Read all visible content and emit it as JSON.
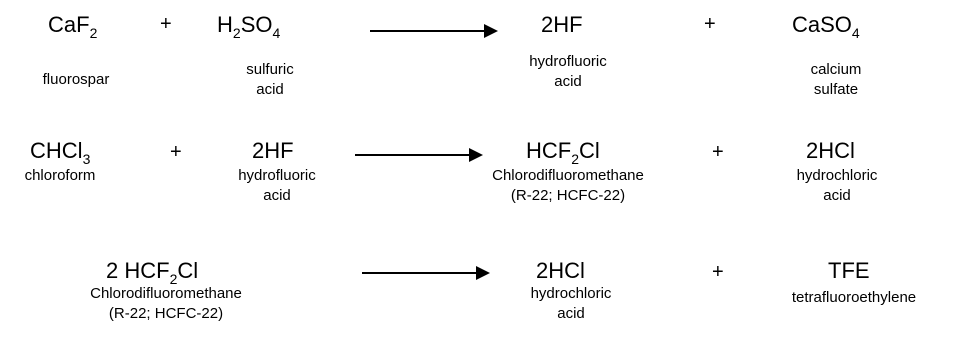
{
  "reactions": [
    {
      "reactants": [
        {
          "prefix": "CaF",
          "sub": "2",
          "suffix": "",
          "label": [
            "fluorospar"
          ]
        },
        {
          "prefix": "H",
          "sub": "2",
          "suffix": "SO",
          "sub2": "4",
          "label": [
            "sulfuric",
            "acid"
          ]
        }
      ],
      "products": [
        {
          "prefix": "2HF",
          "sub": "",
          "suffix": "",
          "label": [
            "hydrofluoric",
            "acid"
          ]
        },
        {
          "prefix": "CaSO",
          "sub": "4",
          "suffix": "",
          "label": [
            "calcium",
            "sulfate"
          ]
        }
      ]
    },
    {
      "reactants": [
        {
          "prefix": "CHCl",
          "sub": "3",
          "suffix": "",
          "label": [
            "chloroform"
          ]
        },
        {
          "prefix": "2HF",
          "sub": "",
          "suffix": "",
          "label": [
            "hydrofluoric",
            "acid"
          ]
        }
      ],
      "products": [
        {
          "prefix": "HCF",
          "sub": "2",
          "suffix": "Cl",
          "label": [
            "Chlorodifluoromethane",
            "(R-22; HCFC-22)"
          ]
        },
        {
          "prefix": "2HCl",
          "sub": "",
          "suffix": "",
          "label": [
            "hydrochloric",
            "acid"
          ]
        }
      ]
    },
    {
      "reactants": [
        {
          "prefix": "2 HCF",
          "sub": "2",
          "suffix": "Cl",
          "label": [
            "Chlorodifluoromethane",
            "(R-22; HCFC-22)"
          ]
        }
      ],
      "products": [
        {
          "prefix": "2HCl",
          "sub": "",
          "suffix": "",
          "label": [
            "hydrochloric",
            "acid"
          ]
        },
        {
          "prefix": "TFE",
          "sub": "",
          "suffix": "",
          "label": [
            "tetrafluoroethylene"
          ]
        }
      ]
    }
  ],
  "plus_symbol": "+"
}
